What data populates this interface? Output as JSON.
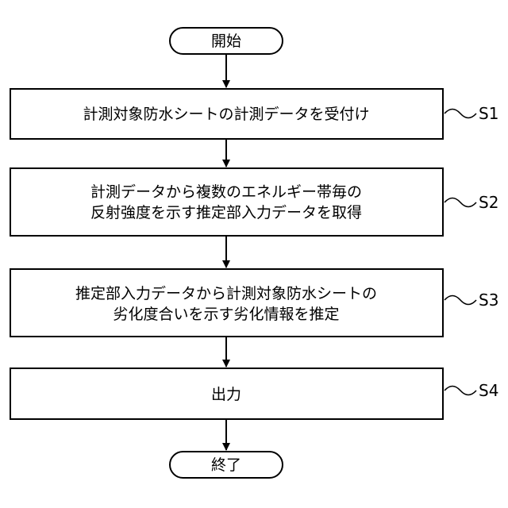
{
  "start": {
    "label": "開始"
  },
  "end": {
    "label": "終了"
  },
  "steps": [
    {
      "id": "S1",
      "lines": [
        "計測対象防水シートの計測データを受付け"
      ]
    },
    {
      "id": "S2",
      "lines": [
        "計測データから複数のエネルギー帯毎の",
        "反射強度を示す推定部入力データを取得"
      ]
    },
    {
      "id": "S3",
      "lines": [
        "推定部入力データから計測対象防水シートの",
        "劣化度合いを示す劣化情報を推定"
      ]
    },
    {
      "id": "S4",
      "lines": [
        "出力"
      ]
    }
  ]
}
